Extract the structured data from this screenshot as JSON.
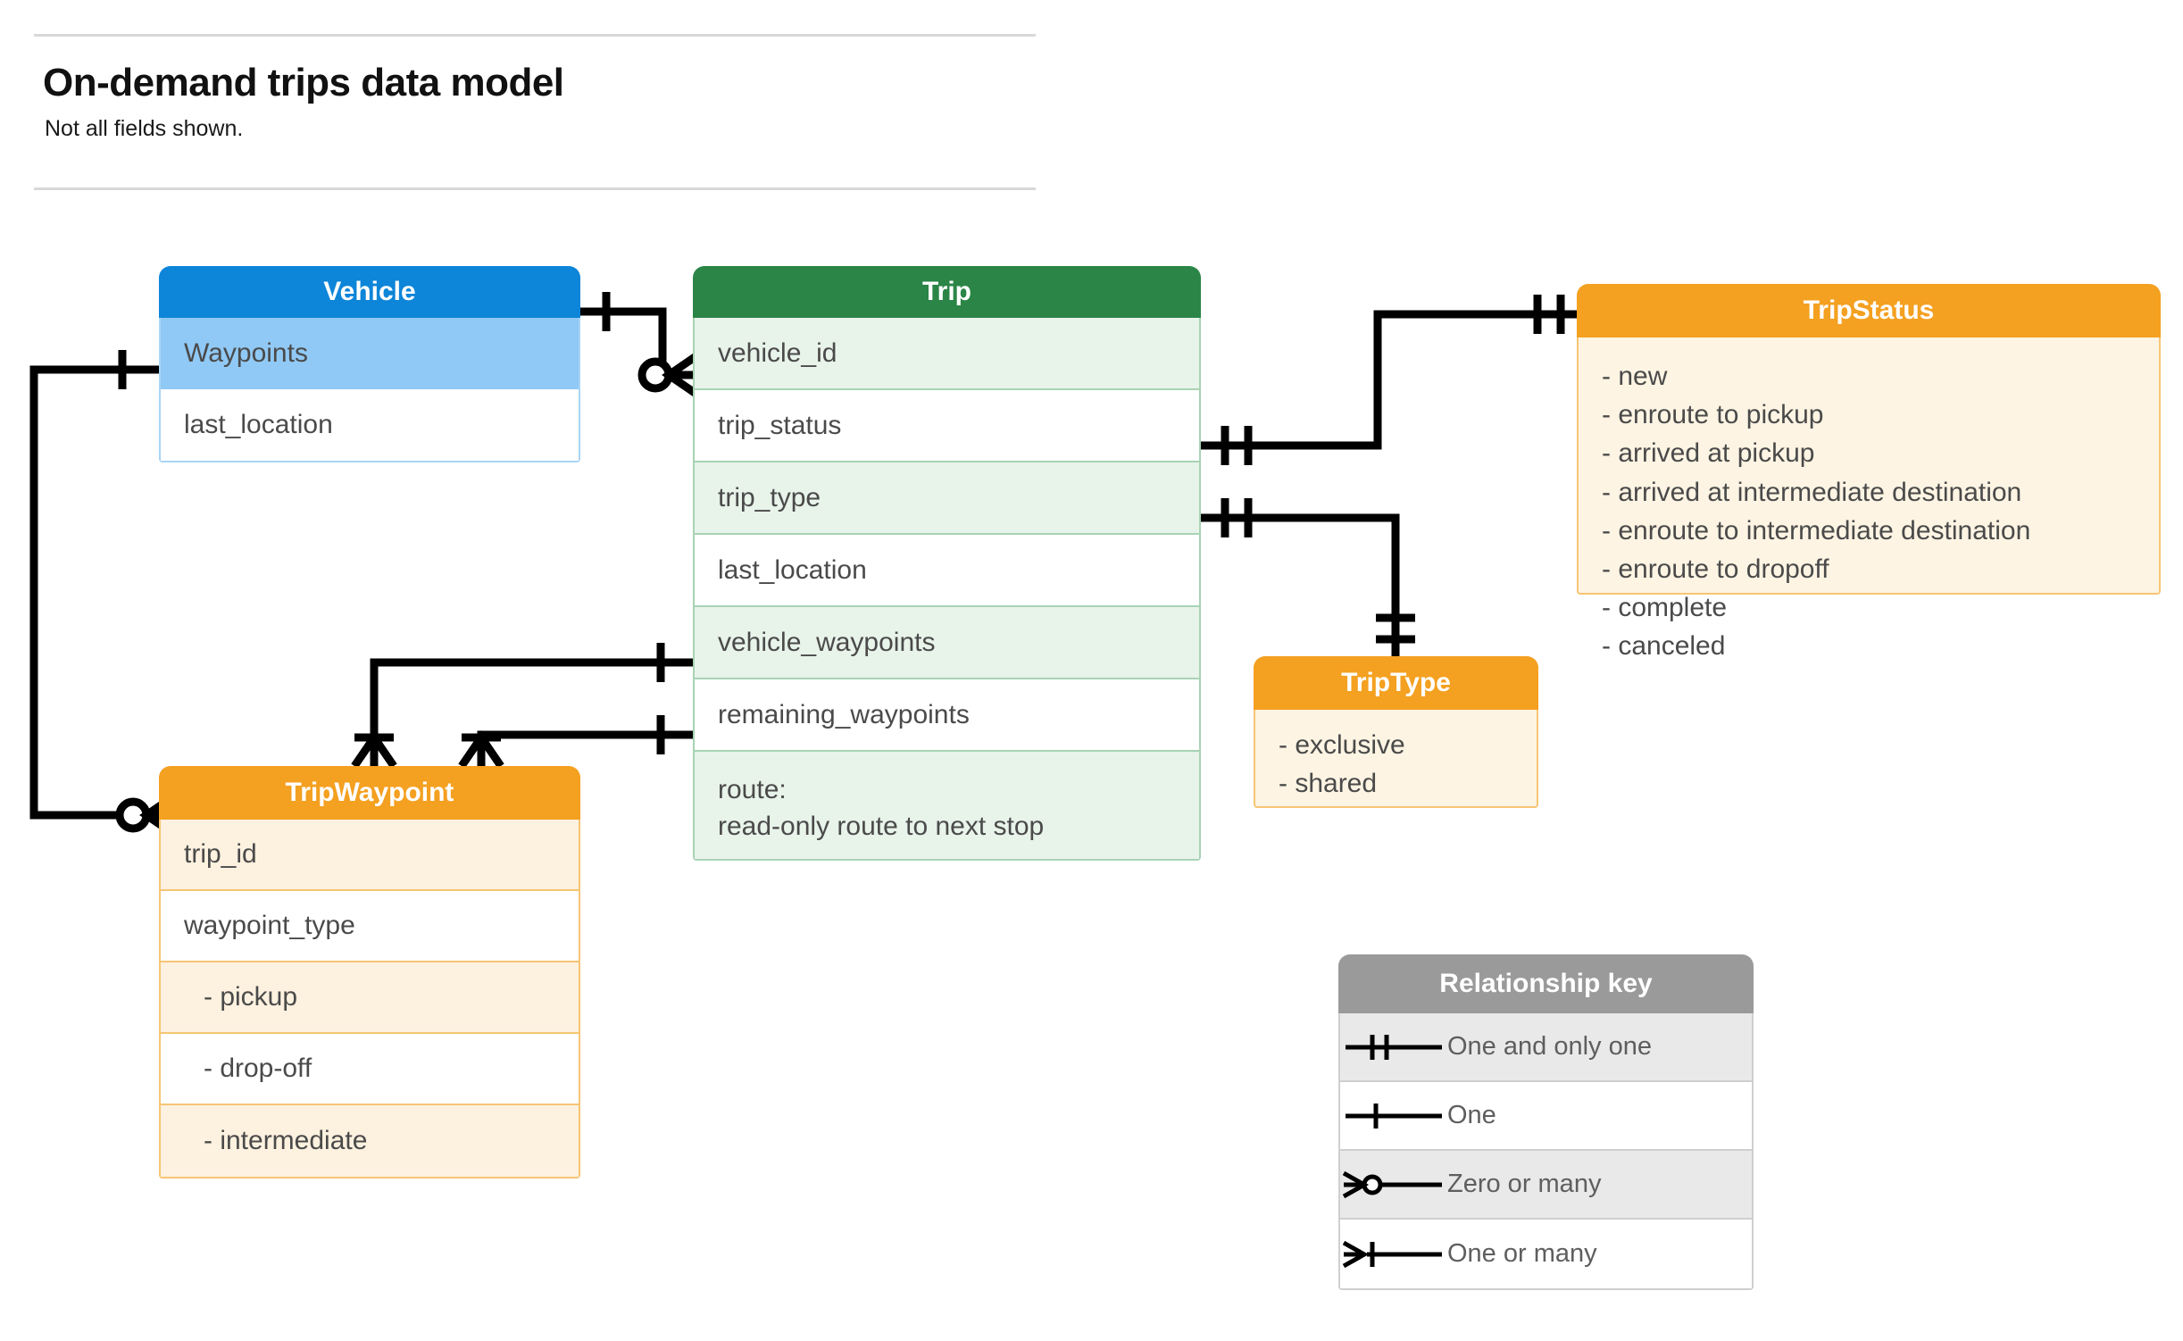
{
  "header": {
    "title": "On-demand trips data model",
    "subtitle": "Not all fields shown."
  },
  "entities": {
    "vehicle": {
      "name": "Vehicle",
      "color": "#0d85d8",
      "fields": [
        {
          "label": "Waypoints"
        },
        {
          "label": "last_location"
        }
      ]
    },
    "trip": {
      "name": "Trip",
      "color": "#2a8547",
      "fields": [
        {
          "label": "vehicle_id"
        },
        {
          "label": "trip_status"
        },
        {
          "label": "trip_type"
        },
        {
          "label": "last_location"
        },
        {
          "label": "vehicle_waypoints"
        },
        {
          "label": "remaining_waypoints"
        },
        {
          "label": "route:",
          "label2": "read-only route to next stop"
        }
      ]
    },
    "trip_waypoint": {
      "name": "TripWaypoint",
      "color": "#f4a020",
      "fields": [
        {
          "label": "trip_id"
        },
        {
          "label": "waypoint_type"
        },
        {
          "label": "-  pickup"
        },
        {
          "label": "-  drop-off"
        },
        {
          "label": "-  intermediate"
        }
      ]
    },
    "trip_status": {
      "name": "TripStatus",
      "color": "#f4a020",
      "values": [
        "- new",
        "- enroute to pickup",
        "- arrived at pickup",
        "- arrived at intermediate destination",
        "- enroute to intermediate destination",
        "- enroute to dropoff",
        "- complete",
        "- canceled"
      ]
    },
    "trip_type": {
      "name": "TripType",
      "color": "#f4a020",
      "values": [
        "- exclusive",
        "- shared"
      ]
    }
  },
  "legend": {
    "title": "Relationship key",
    "items": [
      {
        "symbol": "one-and-only-one-icon",
        "label": "One and only one"
      },
      {
        "symbol": "one-icon",
        "label": "One"
      },
      {
        "symbol": "zero-or-many-icon",
        "label": "Zero or many"
      },
      {
        "symbol": "one-or-many-icon",
        "label": "One or many"
      }
    ]
  }
}
